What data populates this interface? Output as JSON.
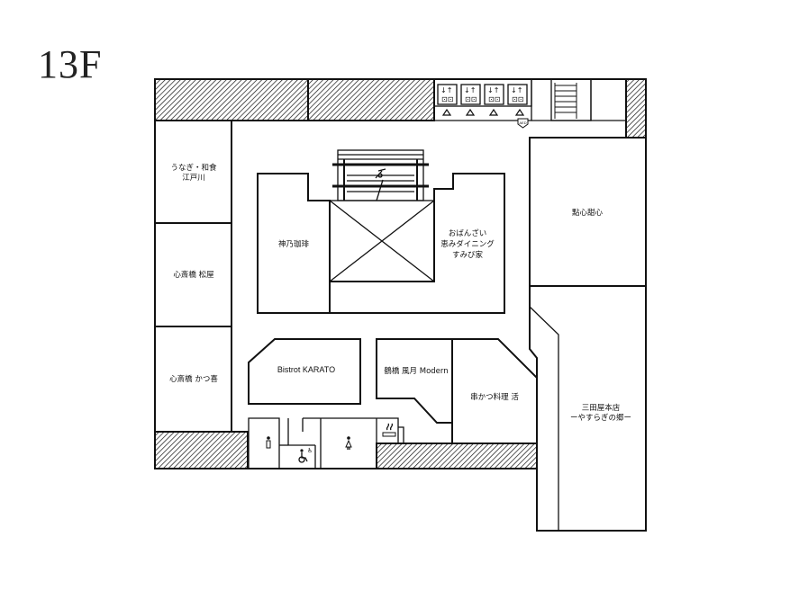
{
  "floor": "13F",
  "shops": [
    {
      "id": "unagi",
      "lines": [
        "うなぎ・和食",
        "江戸川"
      ]
    },
    {
      "id": "matsuya",
      "lines": [
        "心斎橋 松屋"
      ]
    },
    {
      "id": "katsukichi",
      "lines": [
        "心斎橋 かつ喜"
      ]
    },
    {
      "id": "kobe-coffee",
      "lines": [
        "神乃珈琲"
      ]
    },
    {
      "id": "obanzai",
      "lines": [
        "おばんざい",
        "恵みダイニング",
        "すみび家"
      ]
    },
    {
      "id": "tenshin",
      "lines": [
        "點心甜心"
      ]
    },
    {
      "id": "karato",
      "lines": [
        "Bistrot KARATO"
      ]
    },
    {
      "id": "fugetsu",
      "lines": [
        "鶴橋 風月 Modern"
      ]
    },
    {
      "id": "kushikatsu",
      "lines": [
        "串かつ料理 活"
      ]
    },
    {
      "id": "mitaya",
      "lines": [
        "三田屋本店",
        "ーやすらぎの郷ー"
      ]
    }
  ],
  "facilities": {
    "aed": "AED",
    "icons": [
      "elevator-icon",
      "escalator-icon",
      "male-restroom-icon",
      "female-restroom-icon",
      "accessible-restroom-icon",
      "smoking-area-icon",
      "stairs-icon",
      "aed-icon"
    ]
  }
}
